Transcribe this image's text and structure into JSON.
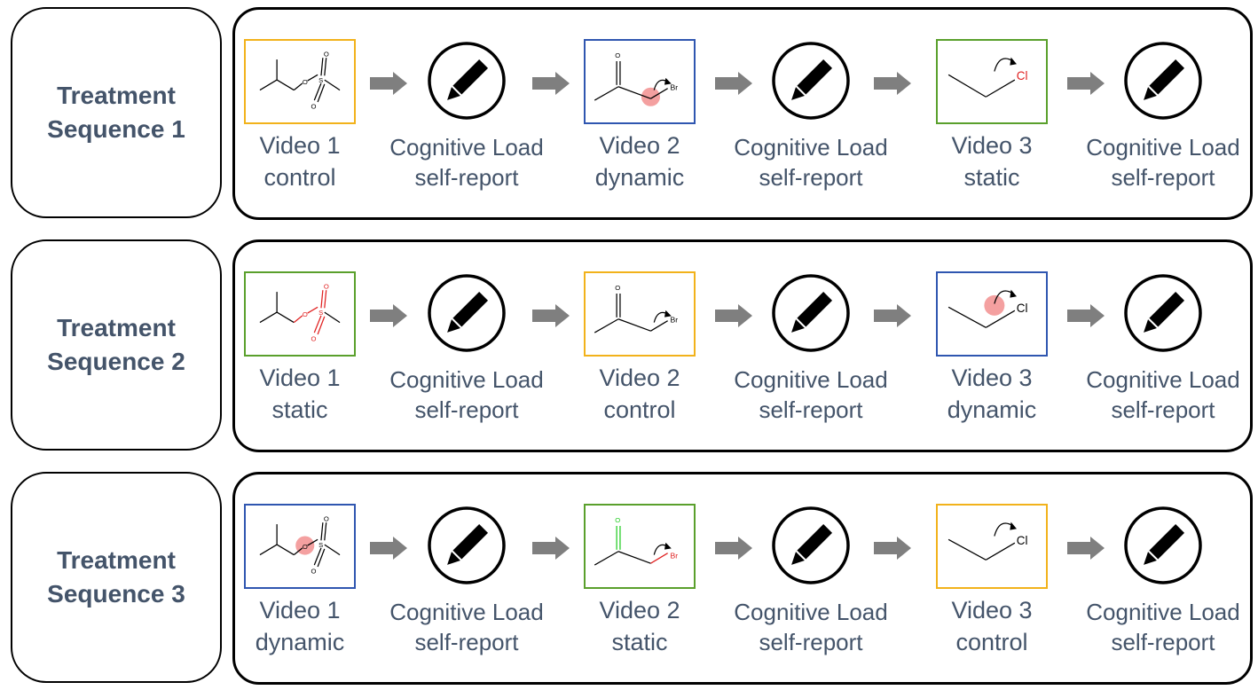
{
  "colors": {
    "control": "#f2b21b",
    "dynamic": "#2f56b0",
    "static": "#5aa02c",
    "caption": "#44546a",
    "arrow": "#7f7f7f",
    "highlight": "#f4a0a0",
    "red_atom": "#e02020",
    "green_bond": "#22cc22"
  },
  "rows": [
    {
      "title_line1": "Treatment",
      "title_line2": "Sequence 1",
      "steps": [
        {
          "line1": "Video 1",
          "line2": "control",
          "condition": "control",
          "molecule": "mesylate"
        },
        {
          "line1": "Cognitive Load",
          "line2": "self-report"
        },
        {
          "line1": "Video 2",
          "line2": "dynamic",
          "condition": "dynamic",
          "molecule": "bromoacetone",
          "atom": "Br"
        },
        {
          "line1": "Cognitive Load",
          "line2": "self-report"
        },
        {
          "line1": "Video 3",
          "line2": "static",
          "condition": "static",
          "molecule": "chloroethane",
          "atom": "Cl"
        },
        {
          "line1": "Cognitive Load",
          "line2": "self-report"
        }
      ]
    },
    {
      "title_line1": "Treatment",
      "title_line2": "Sequence 2",
      "steps": [
        {
          "line1": "Video 1",
          "line2": "static",
          "condition": "static",
          "molecule": "mesylate"
        },
        {
          "line1": "Cognitive Load",
          "line2": "self-report"
        },
        {
          "line1": "Video 2",
          "line2": "control",
          "condition": "control",
          "molecule": "bromoacetone",
          "atom": "Br"
        },
        {
          "line1": "Cognitive Load",
          "line2": "self-report"
        },
        {
          "line1": "Video 3",
          "line2": "dynamic",
          "condition": "dynamic",
          "molecule": "chloroethane",
          "atom": "Cl"
        },
        {
          "line1": "Cognitive Load",
          "line2": "self-report"
        }
      ]
    },
    {
      "title_line1": "Treatment",
      "title_line2": "Sequence 3",
      "steps": [
        {
          "line1": "Video 1",
          "line2": "dynamic",
          "condition": "dynamic",
          "molecule": "mesylate"
        },
        {
          "line1": "Cognitive Load",
          "line2": "self-report"
        },
        {
          "line1": "Video 2",
          "line2": "static",
          "condition": "static",
          "molecule": "bromoacetone",
          "atom": "Br"
        },
        {
          "line1": "Cognitive Load",
          "line2": "self-report"
        },
        {
          "line1": "Video 3",
          "line2": "control",
          "condition": "control",
          "molecule": "chloroethane",
          "atom": "Cl"
        },
        {
          "line1": "Cognitive Load",
          "line2": "self-report"
        }
      ]
    }
  ]
}
